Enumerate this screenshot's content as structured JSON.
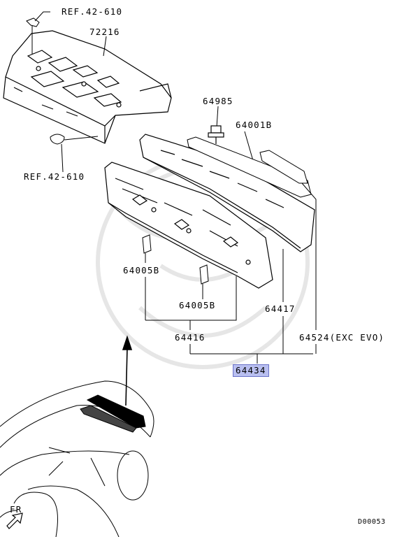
{
  "labels": {
    "ref_top": "REF.42-610",
    "part_72216": "72216",
    "part_64985": "64985",
    "part_64001b": "64001B",
    "ref_left": "REF.42-610",
    "part_64005b_a": "64005B",
    "part_64005b_b": "64005B",
    "part_64416": "64416",
    "part_64417": "64417",
    "part_64524": "64524(EXC EVO)",
    "part_64434": "64434",
    "front_marker": "FR",
    "diagram_code": "D00053"
  },
  "colors": {
    "line": "#000000",
    "highlight_fill": "#b9bff0",
    "highlight_border": "#6a72c8",
    "watermark": "#e6e6e6"
  }
}
